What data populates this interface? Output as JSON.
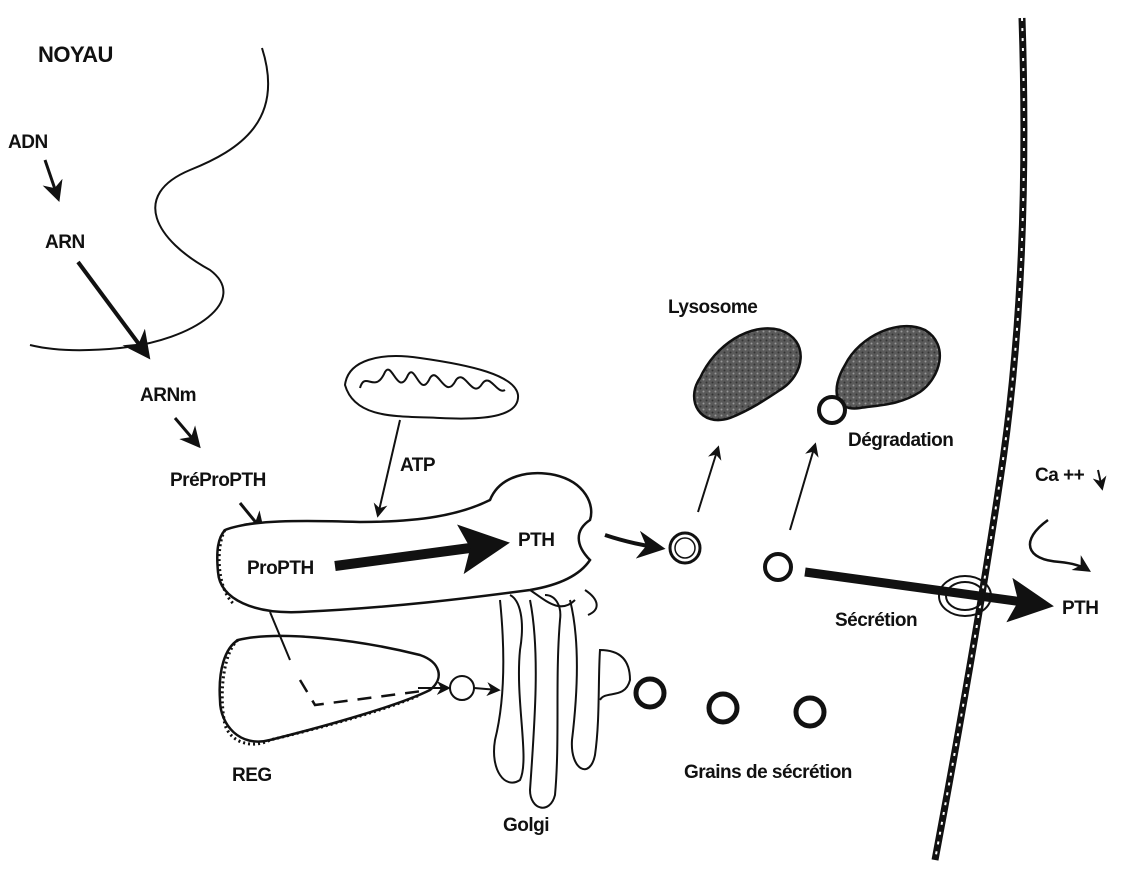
{
  "labels": {
    "noyau": "NOYAU",
    "adn": "ADN",
    "arn": "ARN",
    "arnm": "ARNm",
    "preprotph": "PréProPTH",
    "propth": "ProPTH",
    "pth_golgi": "PTH",
    "atp": "ATP",
    "lysosome": "Lysosome",
    "degradation": "Dégradation",
    "ca": "Ca ++",
    "pth_out": "PTH",
    "secretion": "Sécrétion",
    "reg": "REG",
    "golgi": "Golgi",
    "grains": "Grains de sécrétion"
  },
  "colors": {
    "ink": "#111111",
    "fill_dark": "#4a4a4a",
    "background": "#ffffff"
  }
}
